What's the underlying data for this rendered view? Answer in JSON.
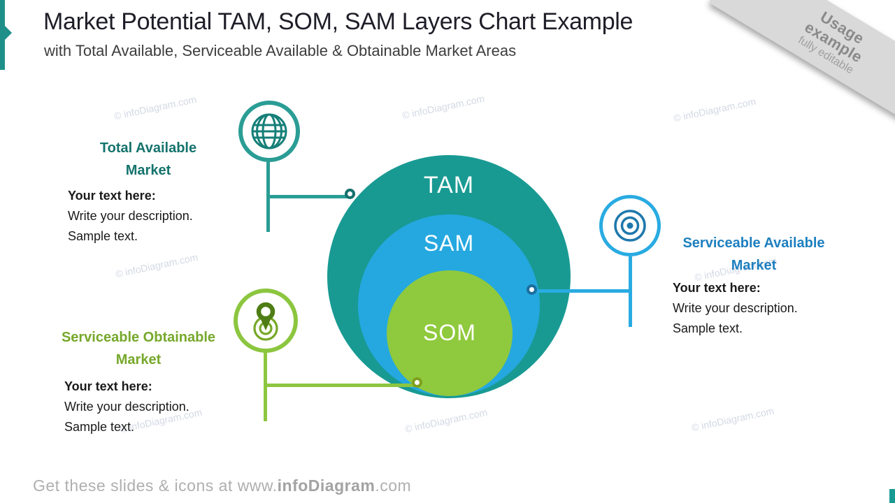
{
  "slide": {
    "title": "Market Potential TAM, SOM, SAM Layers Chart Example",
    "subtitle": "with Total Available, Serviceable Available & Obtainable Market Areas"
  },
  "ribbon": {
    "line1": "Usage",
    "line2": "example",
    "line3": "fully editable"
  },
  "watermark": {
    "text": "© infoDiagram.com"
  },
  "chart": {
    "type": "nested-circles",
    "layers": [
      {
        "id": "tam",
        "label": "TAM",
        "color": "#189A93"
      },
      {
        "id": "sam",
        "label": "SAM",
        "color": "#25A8E0"
      },
      {
        "id": "som",
        "label": "SOM",
        "color": "#8FC93D"
      }
    ]
  },
  "callouts": [
    {
      "id": "tam",
      "icon": "globe-icon",
      "accent": "#15736D",
      "title_line1": "Total Available",
      "title_line2": "Market",
      "body_title": "Your text here:",
      "body_line1": "Write your description.",
      "body_line2": "Sample text."
    },
    {
      "id": "sam",
      "icon": "target-icon",
      "accent": "#1D7FBF",
      "title_line1": "Serviceable Available",
      "title_line2": "Market",
      "body_title": "Your text here:",
      "body_line1": "Write your description.",
      "body_line2": "Sample text."
    },
    {
      "id": "som",
      "icon": "map-pin-icon",
      "accent": "#76A82B",
      "title_line1": "Serviceable Obtainable",
      "title_line2": "Market",
      "body_title": "Your text here:",
      "body_line1": "Write your description.",
      "body_line2": "Sample text."
    }
  ],
  "footer": {
    "prefix": "Get these slides & icons at www.",
    "brand": "infoDiagram",
    "suffix": ".com"
  },
  "colors": {
    "teal": "#189A93",
    "teal_dark": "#14716C",
    "blue": "#29ABE2",
    "blue_dark": "#1A6F9E",
    "green": "#8CC63F",
    "green_dark": "#7FA01F",
    "ribbon_bg": "#D9D9D9",
    "footer_gray": "#AFAFAF"
  }
}
